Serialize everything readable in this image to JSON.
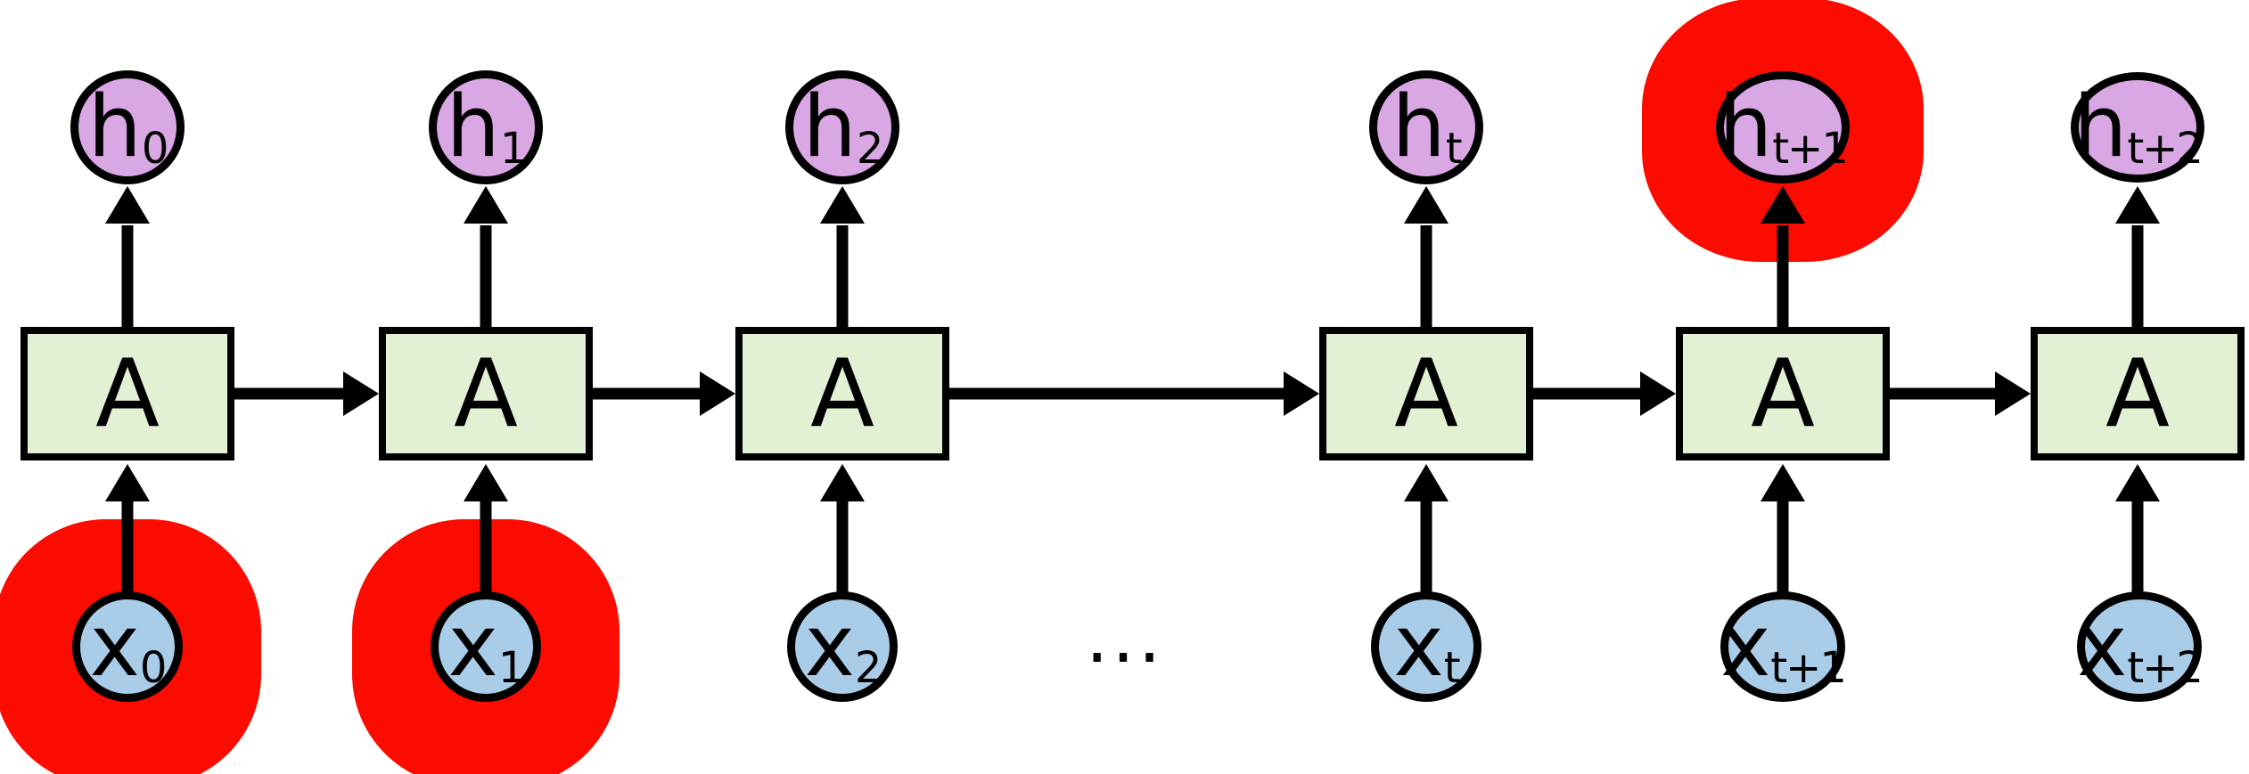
{
  "colors": {
    "background": "#ffffff",
    "outline": "#000000",
    "highlight": "#fb0b00",
    "hidden_fill": "#d9a7e3",
    "input_fill": "#a9cce8",
    "cell_fill": "#e2f0d4"
  },
  "ellipsis": "...",
  "columns": [
    {
      "hidden": {
        "base": "h",
        "sub": "0"
      },
      "cell": "A",
      "input": {
        "base": "x",
        "sub": "0"
      },
      "input_highlighted": true,
      "output_highlighted": false
    },
    {
      "hidden": {
        "base": "h",
        "sub": "1"
      },
      "cell": "A",
      "input": {
        "base": "x",
        "sub": "1"
      },
      "input_highlighted": true,
      "output_highlighted": false
    },
    {
      "hidden": {
        "base": "h",
        "sub": "2"
      },
      "cell": "A",
      "input": {
        "base": "x",
        "sub": "2"
      },
      "input_highlighted": false,
      "output_highlighted": false
    },
    {
      "hidden": {
        "base": "h",
        "sub": "t"
      },
      "cell": "A",
      "input": {
        "base": "x",
        "sub": "t"
      },
      "input_highlighted": false,
      "output_highlighted": false
    },
    {
      "hidden": {
        "base": "h",
        "sub": "t+1"
      },
      "cell": "A",
      "input": {
        "base": "x",
        "sub": "t+1"
      },
      "input_highlighted": false,
      "output_highlighted": true
    },
    {
      "hidden": {
        "base": "h",
        "sub": "t+2"
      },
      "cell": "A",
      "input": {
        "base": "x",
        "sub": "t+2"
      },
      "input_highlighted": false,
      "output_highlighted": false
    }
  ]
}
